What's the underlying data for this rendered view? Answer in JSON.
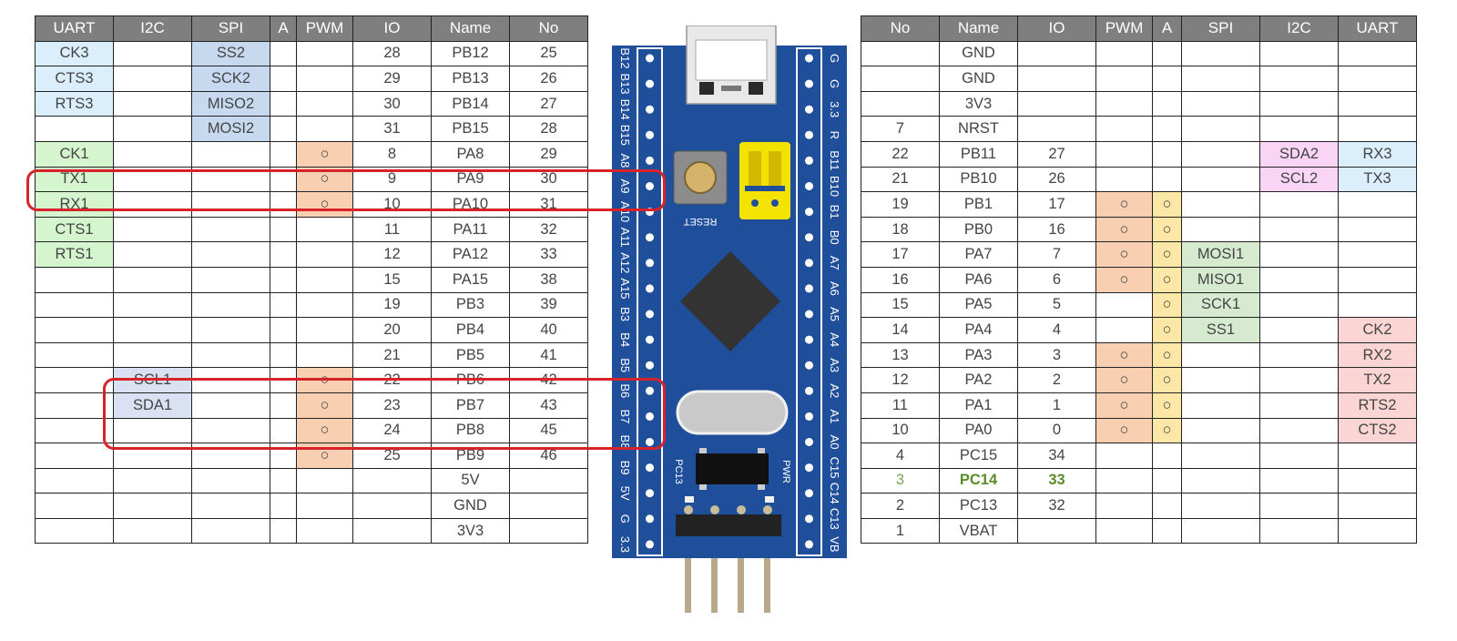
{
  "left_table": {
    "headers": [
      "UART",
      "I2C",
      "SPI",
      "A",
      "PWM",
      "IO",
      "Name",
      "No"
    ],
    "rows": [
      [
        "CK3",
        "",
        "SS2",
        "",
        "",
        "28",
        "PB12",
        "25"
      ],
      [
        "CTS3",
        "",
        "SCK2",
        "",
        "",
        "29",
        "PB13",
        "26"
      ],
      [
        "RTS3",
        "",
        "MISO2",
        "",
        "",
        "30",
        "PB14",
        "27"
      ],
      [
        "",
        "",
        "MOSI2",
        "",
        "",
        "31",
        "PB15",
        "28"
      ],
      [
        "CK1",
        "",
        "",
        "",
        "○",
        "8",
        "PA8",
        "29"
      ],
      [
        "TX1",
        "",
        "",
        "",
        "○",
        "9",
        "PA9",
        "30"
      ],
      [
        "RX1",
        "",
        "",
        "",
        "○",
        "10",
        "PA10",
        "31"
      ],
      [
        "CTS1",
        "",
        "",
        "",
        "",
        "11",
        "PA11",
        "32"
      ],
      [
        "RTS1",
        "",
        "",
        "",
        "",
        "12",
        "PA12",
        "33"
      ],
      [
        "",
        "",
        "",
        "",
        "",
        "15",
        "PA15",
        "38"
      ],
      [
        "",
        "",
        "",
        "",
        "",
        "19",
        "PB3",
        "39"
      ],
      [
        "",
        "",
        "",
        "",
        "",
        "20",
        "PB4",
        "40"
      ],
      [
        "",
        "",
        "",
        "",
        "",
        "21",
        "PB5",
        "41"
      ],
      [
        "",
        "SCL1",
        "",
        "",
        "○",
        "22",
        "PB6",
        "42"
      ],
      [
        "",
        "SDA1",
        "",
        "",
        "○",
        "23",
        "PB7",
        "43"
      ],
      [
        "",
        "",
        "",
        "",
        "○",
        "24",
        "PB8",
        "45"
      ],
      [
        "",
        "",
        "",
        "",
        "○",
        "25",
        "PB9",
        "46"
      ],
      [
        "",
        "",
        "",
        "",
        "",
        "",
        "5V",
        ""
      ],
      [
        "",
        "",
        "",
        "",
        "",
        "",
        "GND",
        ""
      ],
      [
        "",
        "",
        "",
        "",
        "",
        "",
        "3V3",
        ""
      ]
    ]
  },
  "right_table": {
    "headers": [
      "No",
      "Name",
      "IO",
      "PWM",
      "A",
      "SPI",
      "I2C",
      "UART"
    ],
    "rows": [
      [
        "",
        "GND",
        "",
        "",
        "",
        "",
        "",
        ""
      ],
      [
        "",
        "GND",
        "",
        "",
        "",
        "",
        "",
        ""
      ],
      [
        "",
        "3V3",
        "",
        "",
        "",
        "",
        "",
        ""
      ],
      [
        "7",
        "NRST",
        "",
        "",
        "",
        "",
        "",
        ""
      ],
      [
        "22",
        "PB11",
        "27",
        "",
        "",
        "",
        "SDA2",
        "RX3"
      ],
      [
        "21",
        "PB10",
        "26",
        "",
        "",
        "",
        "SCL2",
        "TX3"
      ],
      [
        "19",
        "PB1",
        "17",
        "○",
        "○",
        "",
        "",
        ""
      ],
      [
        "18",
        "PB0",
        "16",
        "○",
        "○",
        "",
        "",
        ""
      ],
      [
        "17",
        "PA7",
        "7",
        "○",
        "○",
        "MOSI1",
        "",
        ""
      ],
      [
        "16",
        "PA6",
        "6",
        "○",
        "○",
        "MISO1",
        "",
        ""
      ],
      [
        "15",
        "PA5",
        "5",
        "",
        "○",
        "SCK1",
        "",
        ""
      ],
      [
        "14",
        "PA4",
        "4",
        "",
        "○",
        "SS1",
        "",
        "CK2"
      ],
      [
        "13",
        "PA3",
        "3",
        "○",
        "○",
        "",
        "",
        "RX2"
      ],
      [
        "12",
        "PA2",
        "2",
        "○",
        "○",
        "",
        "",
        "TX2"
      ],
      [
        "11",
        "PA1",
        "1",
        "○",
        "○",
        "",
        "",
        "RTS2"
      ],
      [
        "10",
        "PA0",
        "0",
        "○",
        "○",
        "",
        "",
        "CTS2"
      ],
      [
        "4",
        "PC15",
        "34",
        "",
        "",
        "",
        "",
        ""
      ],
      [
        "3",
        "PC14",
        "33",
        "",
        "",
        "",
        "",
        ""
      ],
      [
        "2",
        "PC13",
        "32",
        "",
        "",
        "",
        "",
        ""
      ],
      [
        "1",
        "VBAT",
        "",
        "",
        "",
        "",
        "",
        ""
      ]
    ]
  },
  "board": {
    "left_pins": [
      "B12",
      "B13",
      "B14",
      "B15",
      "A8",
      "A9",
      "A10",
      "A11",
      "A12",
      "A15",
      "B3",
      "B4",
      "B5",
      "B6",
      "B7",
      "B8",
      "B9",
      "5V",
      "G",
      "3.3"
    ],
    "right_pins": [
      "G",
      "G",
      "3.3",
      "R",
      "B11",
      "B10",
      "B1",
      "B0",
      "A7",
      "A6",
      "A5",
      "A4",
      "A3",
      "A2",
      "A1",
      "A0",
      "C15",
      "C14",
      "C13",
      "VB"
    ],
    "reset_label": "RESET",
    "pc13_label": "PC13",
    "pwr_label": "PWR",
    "colors": {
      "pcb": "#1f4e9b",
      "pin": "#ffffff",
      "jumper": "#f4e300",
      "chip": "#333333"
    }
  }
}
